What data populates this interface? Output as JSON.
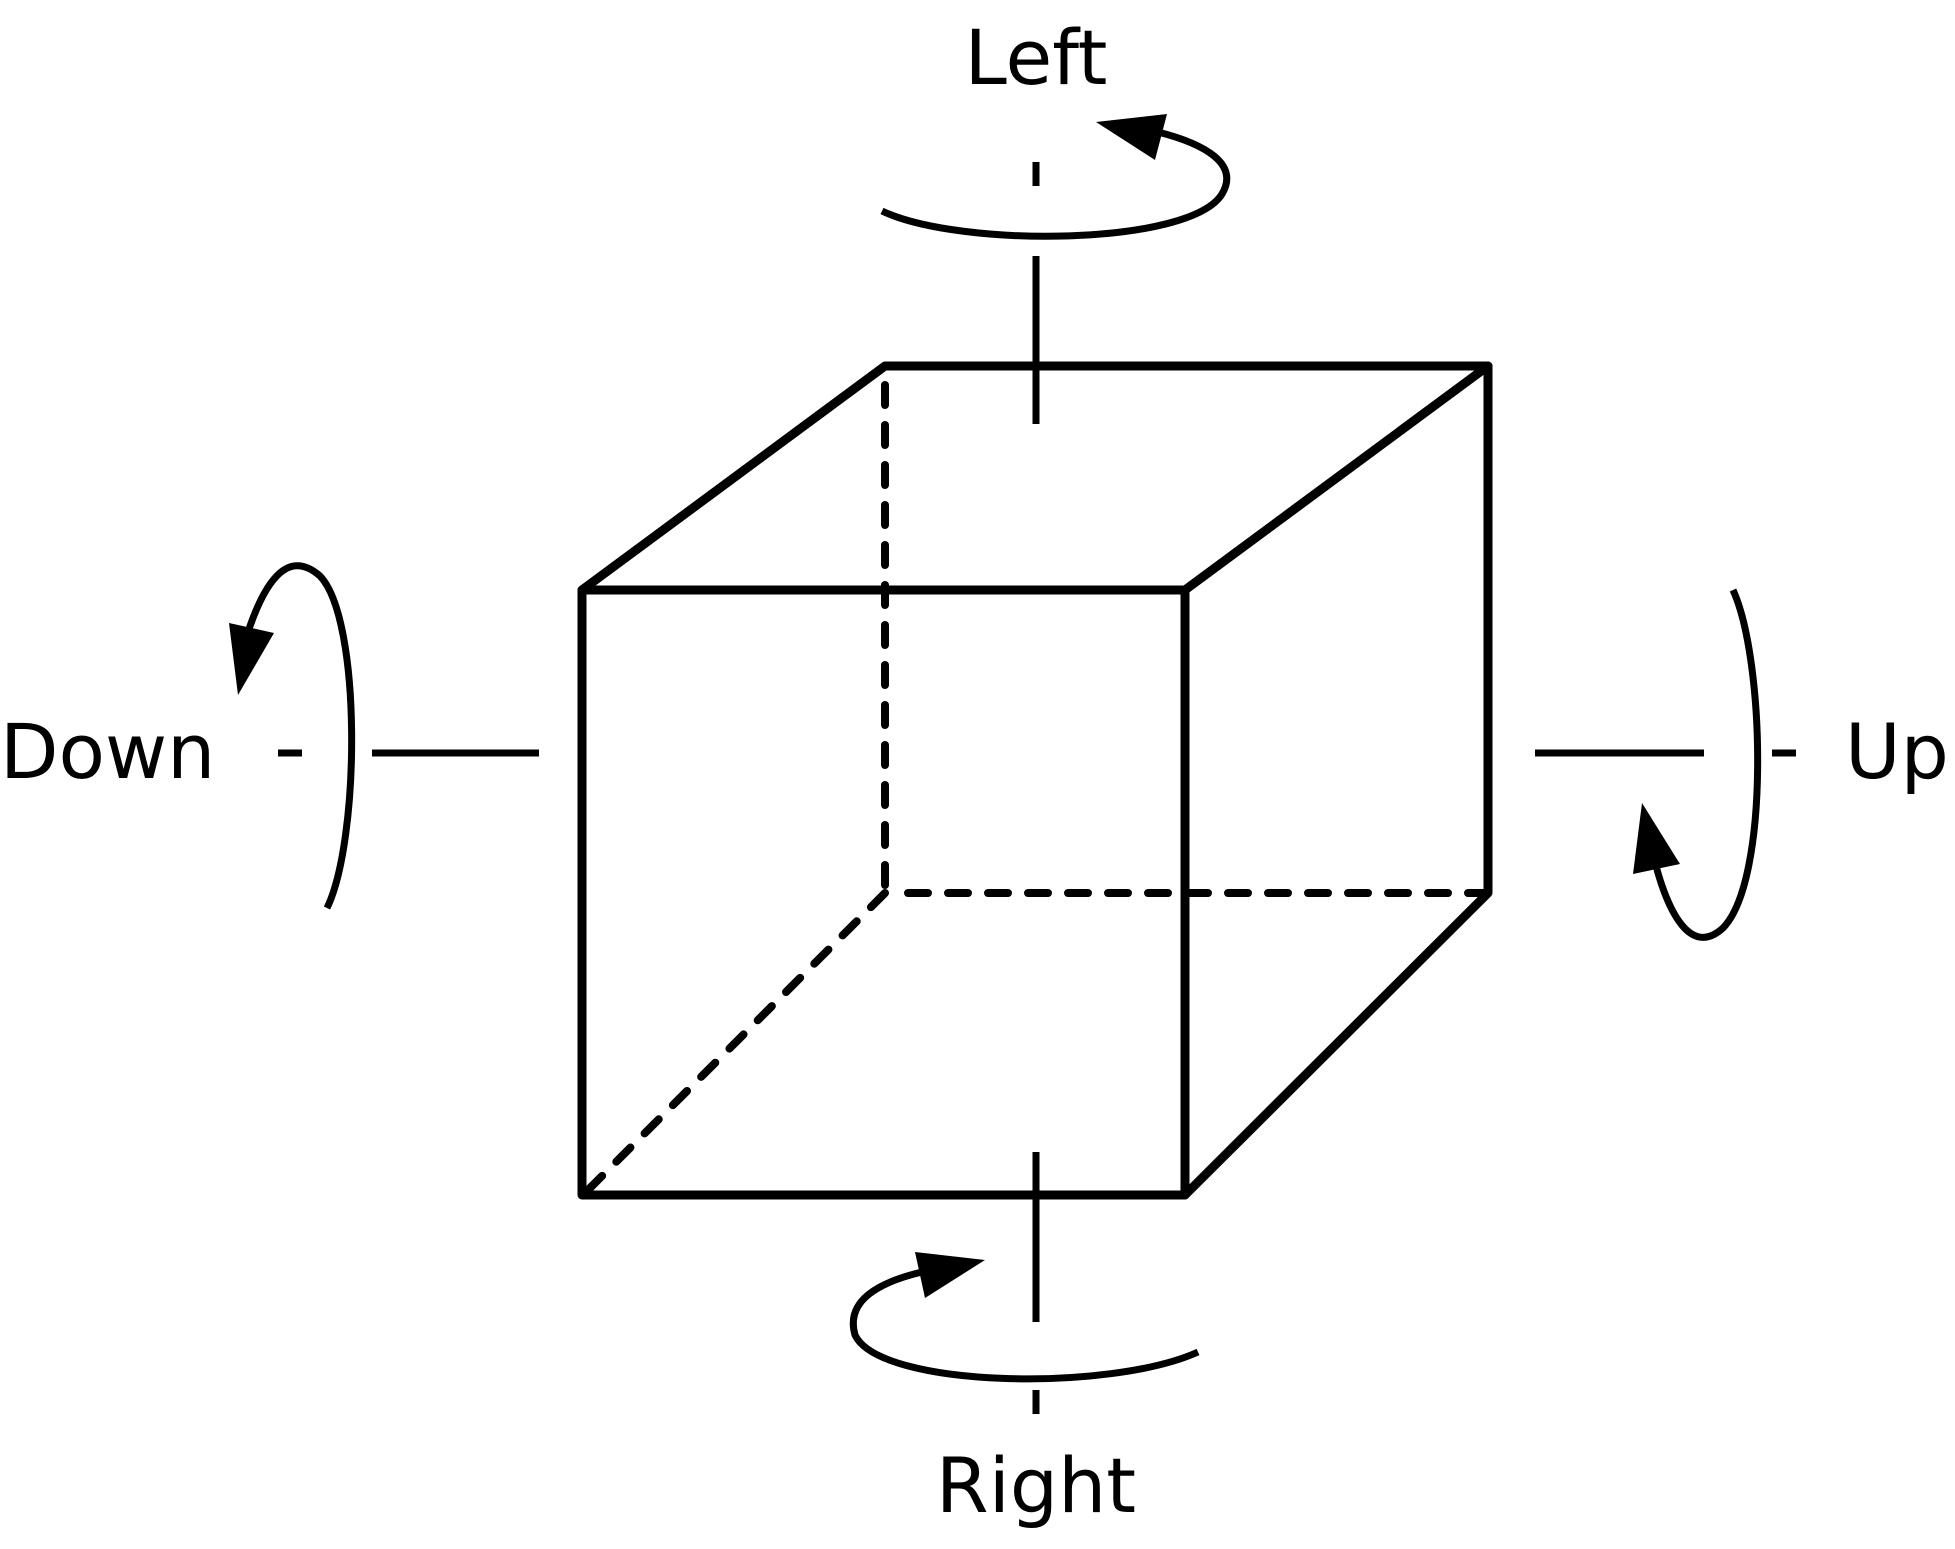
{
  "labels": {
    "left": "Left",
    "right": "Right",
    "up": "Up",
    "down": "Down"
  },
  "colors": {
    "stroke": "#000000",
    "background": "#ffffff"
  }
}
